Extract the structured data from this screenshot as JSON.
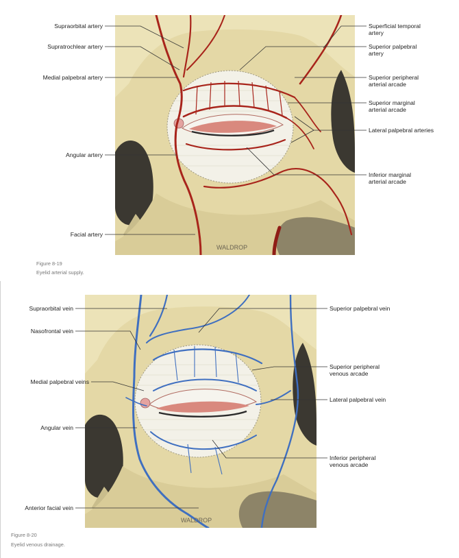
{
  "figures": [
    {
      "number": "Figure 8-19",
      "caption": "Eyelid arterial supply.",
      "signature": "WALDROP",
      "vessel_color": "#a8241b",
      "labels_left": [
        "Supraorbital artery",
        "Supratrochlear artery",
        "Medial palpebral artery",
        "Angular artery",
        "Facial artery"
      ],
      "labels_right": [
        [
          "Superficial temporal",
          "artery"
        ],
        [
          "Superior palpebral",
          "artery"
        ],
        [
          "Superior peripheral",
          "arterial arcade"
        ],
        [
          "Superior marginal",
          "arterial arcade"
        ],
        [
          "Lateral palpebral arteries"
        ],
        [
          "Inferior marginal",
          "arterial arcade"
        ]
      ]
    },
    {
      "number": "Figure 8-20",
      "caption": "Eyelid venous drainage.",
      "signature": "WALDROP",
      "vessel_color": "#3f6fc0",
      "labels_left": [
        "Supraorbital vein",
        "Nasofrontal vein",
        "Medial palpebral veins",
        "Angular vein",
        "Anterior facial vein"
      ],
      "labels_right": [
        [
          "Superior palpebral vein"
        ],
        [
          "Superior peripheral",
          "venous arcade"
        ],
        [
          "Lateral palpebral vein"
        ],
        [
          "Inferior peripheral",
          "venous arcade"
        ]
      ]
    }
  ],
  "colors": {
    "bone": "#e7dcae",
    "bone_shadow": "#b8aa78",
    "cavity": "#3d3a33",
    "eyelid_skin": "#f0eee6",
    "lid_margin": "#d98a80"
  }
}
